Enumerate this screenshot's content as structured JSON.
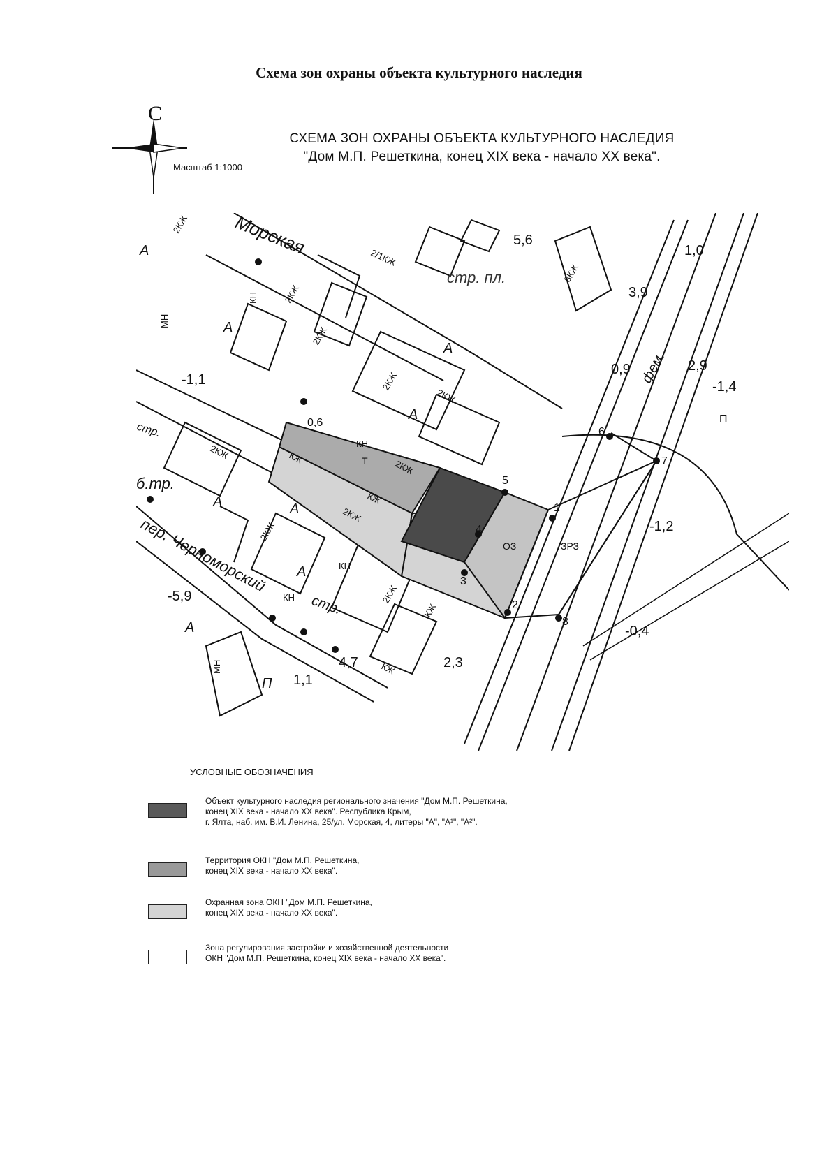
{
  "page_title": "Схема зон охраны объекта культурного наследия",
  "compass": {
    "north_label": "С",
    "scale": "Масштаб 1:1000"
  },
  "schema_title": {
    "line1": "СХЕМА   ЗОН ОХРАНЫ ОБЪЕКТА КУЛЬТУРНОГО НАСЛЕДИЯ",
    "line2": "\"Дом М.П. Решеткина, конец XIX века - начало XX века\"."
  },
  "map": {
    "zone_labels": {
      "territory": "Т",
      "protection": "ОЗ",
      "regulation": "ЗРЗ"
    },
    "points": [
      "1",
      "2",
      "3",
      "4",
      "5",
      "6",
      "7",
      "8"
    ],
    "street_labels": {
      "morskaya": "Морская",
      "chernomorsky": "пер. Черноморский",
      "str_pl": "стр. пл.",
      "str": "стр.",
      "str_left": "стр.",
      "b_tr": "б.тр.",
      "naberezhnaya": "фем."
    },
    "building_labels": [
      "2КЖ",
      "2КЖ",
      "2КЖ",
      "2КЖ",
      "2КЖ",
      "2КЖ",
      "2КЖ",
      "2КЖ",
      "2КЖ",
      "2КЖ",
      "КЖ",
      "КЖ",
      "КЖ",
      "КЖ",
      "КН",
      "КН",
      "КН",
      "КН",
      "МН",
      "МН",
      "А",
      "А",
      "А",
      "А",
      "А",
      "А",
      "А",
      "А",
      "П",
      "П",
      "3КЖ",
      "2/1КЖ"
    ],
    "elevations": [
      "5,6",
      "1,0",
      "3,9",
      "0,9",
      "2,9",
      "-1,4",
      "-1,1",
      "0,6",
      "-1,2",
      "-0,4",
      "-5,9",
      "4,7",
      "1,1",
      "2,3"
    ]
  },
  "legend": {
    "title": "УСЛОВНЫЕ ОБОЗНАЧЕНИЯ",
    "items": [
      {
        "text": "Объект культурного наследия регионального значения \"Дом М.П. Решеткина,\nконец XIX века - начало XX века\". Республика Крым,\nг. Ялта, наб. им. В.И. Ленина, 25/ул. Морская, 4, литеры \"А\", \"А¹\", \"А²\".",
        "color": "#5a5a5a"
      },
      {
        "text": "Территория  ОКН  \"Дом М.П. Решеткина,\nконец XIX века - начало XX века\".",
        "color": "#9a9a9a"
      },
      {
        "text": "Охранная зона ОКН  \"Дом М.П. Решеткина,\nконец XIX века - начало XX века\".",
        "color": "#d4d4d4"
      },
      {
        "text": "Зона регулирования застройки и хозяйственной деятельности\nОКН  \"Дом М.П. Решеткина, конец XIX века -  начало XX века\".",
        "color": "#ffffff"
      }
    ]
  }
}
